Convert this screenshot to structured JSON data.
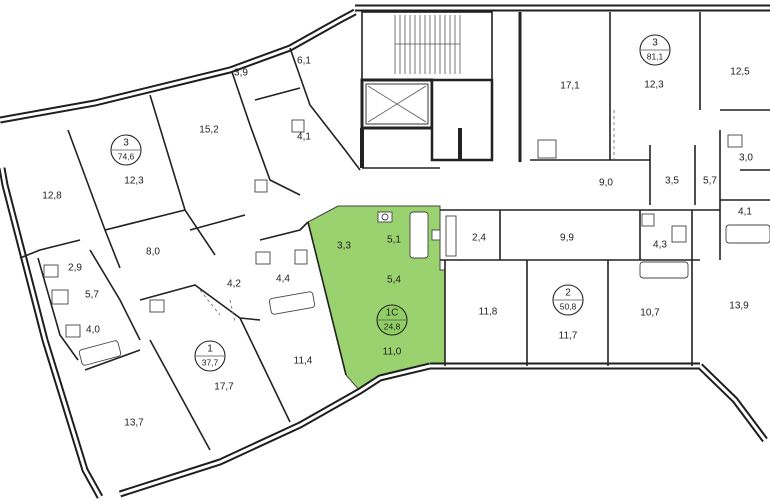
{
  "colors": {
    "highlight": "#9ad26f",
    "walls": "#222222",
    "background": "#ffffff"
  },
  "rooms": [
    {
      "id": "r-3-9",
      "label": "3,9"
    },
    {
      "id": "r-6-1",
      "label": "6,1"
    },
    {
      "id": "r-4-1a",
      "label": "4,1"
    },
    {
      "id": "r-15-2",
      "label": "15,2"
    },
    {
      "id": "r-12-3a",
      "label": "12,3"
    },
    {
      "id": "r-12-8",
      "label": "12,8"
    },
    {
      "id": "r-8-0",
      "label": "8,0"
    },
    {
      "id": "r-2-9",
      "label": "2,9"
    },
    {
      "id": "r-5-7a",
      "label": "5,7"
    },
    {
      "id": "r-4-0",
      "label": "4,0"
    },
    {
      "id": "r-13-7",
      "label": "13,7"
    },
    {
      "id": "r-17-7",
      "label": "17,7"
    },
    {
      "id": "r-4-2",
      "label": "4,2"
    },
    {
      "id": "r-4-4",
      "label": "4,4"
    },
    {
      "id": "r-11-4",
      "label": "11,4"
    },
    {
      "id": "r-3-3",
      "label": "3,3"
    },
    {
      "id": "r-5-1",
      "label": "5,1"
    },
    {
      "id": "r-5-4",
      "label": "5,4"
    },
    {
      "id": "r-11-0",
      "label": "11,0"
    },
    {
      "id": "r-2-4",
      "label": "2,4"
    },
    {
      "id": "r-9-9",
      "label": "9,9"
    },
    {
      "id": "r-11-8",
      "label": "11,8"
    },
    {
      "id": "r-11-7",
      "label": "11,7"
    },
    {
      "id": "r-4-3",
      "label": "4,3"
    },
    {
      "id": "r-10-7",
      "label": "10,7"
    },
    {
      "id": "r-13-9",
      "label": "13,9"
    },
    {
      "id": "r-17-1",
      "label": "17,1"
    },
    {
      "id": "r-12-3b",
      "label": "12,3"
    },
    {
      "id": "r-12-5",
      "label": "12,5"
    },
    {
      "id": "r-9-0",
      "label": "9,0"
    },
    {
      "id": "r-3-5",
      "label": "3,5"
    },
    {
      "id": "r-5-7b",
      "label": "5,7"
    },
    {
      "id": "r-3-0",
      "label": "3,0"
    },
    {
      "id": "r-4-1b",
      "label": "4,1"
    }
  ],
  "apartments": [
    {
      "id": "apt-3-left",
      "rooms": "3",
      "area": "74,6",
      "selected": false
    },
    {
      "id": "apt-1",
      "rooms": "1",
      "area": "37,7",
      "selected": false
    },
    {
      "id": "apt-1c",
      "rooms": "1С",
      "area": "24,8",
      "selected": true
    },
    {
      "id": "apt-2",
      "rooms": "2",
      "area": "50,8",
      "selected": false
    },
    {
      "id": "apt-3-right",
      "rooms": "3",
      "area": "81,1",
      "selected": false
    }
  ]
}
